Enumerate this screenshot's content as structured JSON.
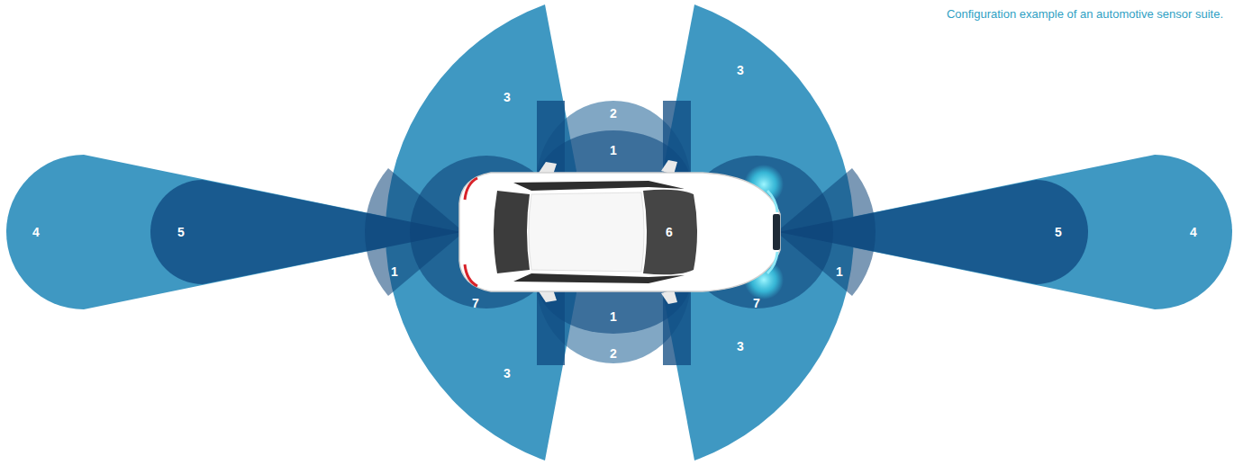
{
  "diagram": {
    "caption": "Configuration example of an automotive sensor suite.",
    "labels": [
      "3",
      "3",
      "2",
      "1",
      "4",
      "5",
      "6",
      "5",
      "4",
      "1",
      "1",
      "7",
      "1",
      "7",
      "2",
      "3",
      "3"
    ]
  }
}
